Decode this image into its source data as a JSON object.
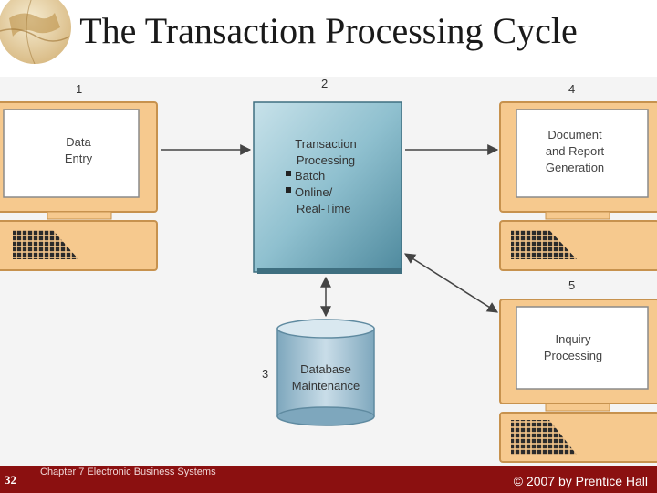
{
  "slide": {
    "title": "The Transaction Processing Cycle",
    "number": "32",
    "chapter": "Chapter 7 Electronic Business Systems",
    "copyright": "© 2007 by Prentice Hall"
  },
  "diagram": {
    "step1": {
      "number": "1",
      "line1": "Data",
      "line2": "Entry"
    },
    "step2": {
      "number": "2",
      "line1": "Transaction",
      "line2": "Processing",
      "bullet1": "Batch",
      "bullet2a": "Online/",
      "bullet2b": "Real-Time"
    },
    "step3": {
      "number": "3",
      "line1": "Database",
      "line2": "Maintenance"
    },
    "step4": {
      "number": "4",
      "line1": "Document",
      "line2": "and Report",
      "line3": "Generation"
    },
    "step5": {
      "number": "5",
      "line1": "Inquiry",
      "line2": "Processing"
    }
  },
  "colors": {
    "footer": "#8b1010",
    "computer_frame": "#f6c98e",
    "processor": "#8fc0cf",
    "database": "#a9c6d6"
  }
}
